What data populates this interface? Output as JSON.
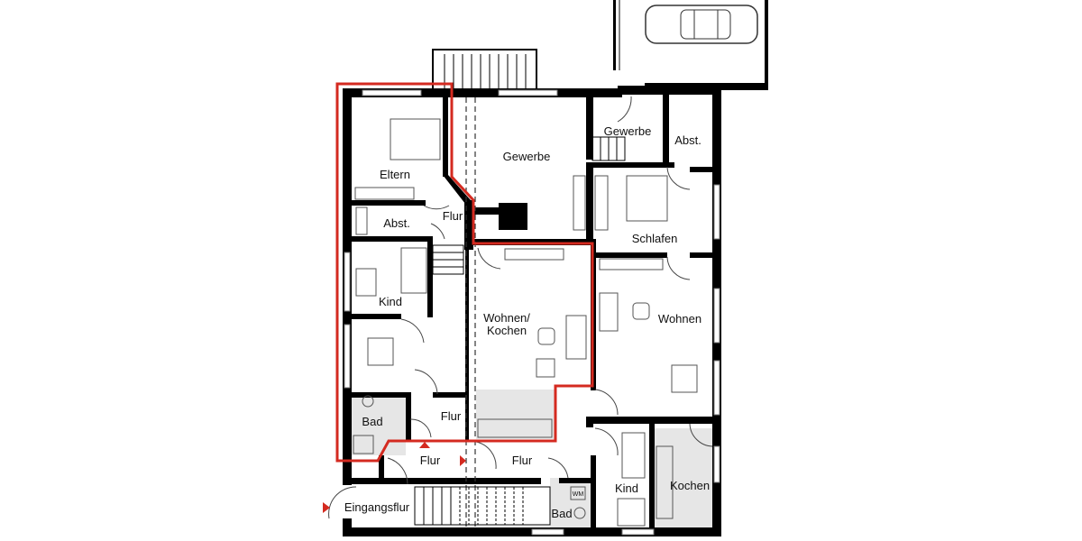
{
  "plan": {
    "highlight_color": "#d42a20",
    "wall_color": "#000000",
    "rooms": {
      "gewerbe_main": "Gewerbe",
      "gewerbe_small": "Gewerbe",
      "abst_right": "Abst.",
      "eltern": "Eltern",
      "flur_top": "Flur",
      "abst_left": "Abst.",
      "schlafen": "Schlafen",
      "kind_left": "Kind",
      "wohnen_kochen_1": "Wohnen/",
      "wohnen_kochen_2": "Kochen",
      "wohnen": "Wohnen",
      "bad_left": "Bad",
      "flur_mid": "Flur",
      "flur_low_left": "Flur",
      "flur_low_right": "Flur",
      "eingangsflur": "Eingangsflur",
      "kind_right": "Kind",
      "kochen": "Kochen",
      "bad_bottom": "Bad",
      "wm": "WM"
    }
  }
}
